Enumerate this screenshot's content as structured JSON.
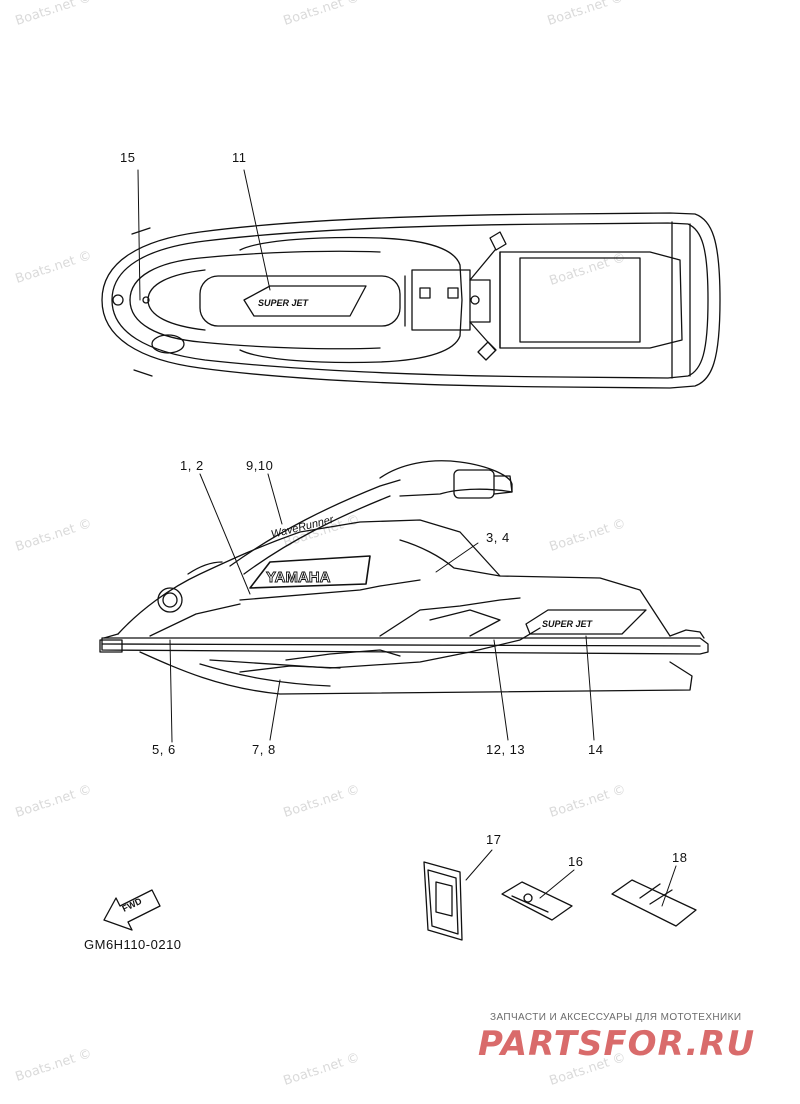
{
  "watermarks": [
    "Boats.net ©",
    "Boats.net ©",
    "Boats.net ©",
    "Boats.net ©",
    "Boats.net ©",
    "Boats.net ©",
    "Boats.net ©",
    "Boats.net ©",
    "Boats.net ©",
    "Boats.net ©",
    "Boats.net ©",
    "Boats.net ©",
    "Boats.net ©",
    "Boats.net ©"
  ],
  "callouts": {
    "c15": "15",
    "c11": "11",
    "c1_2": "1, 2",
    "c9_10": "9,10",
    "c3_4": "3, 4",
    "c5_6": "5, 6",
    "c7_8": "7, 8",
    "c12_13": "12, 13",
    "c14": "14",
    "c17": "17",
    "c16": "16",
    "c18": "18"
  },
  "decals": {
    "yamaha": "YAMAHA",
    "waverunner": "WaveRunner",
    "super_jet": "SUPER JET",
    "fwd": "FWD"
  },
  "diagram_code": "GM6H110-0210",
  "brand": {
    "tagline": "ЗАПЧАСТИ И АКСЕССУАРЫ ДЛЯ МОТОТЕХНИКИ",
    "logo": "PARTSFOR.RU",
    "color": "#d96b6b"
  },
  "line_color": "#111111"
}
